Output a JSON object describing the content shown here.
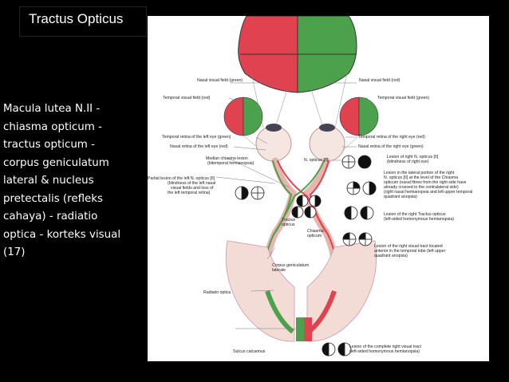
{
  "slide": {
    "title": "Tractus Opticus",
    "body": "Macula lutea  N.II -\nchiasma opticum -\ntractus opticum -\ncorpus geniculatum\nlateral & nucleus\npretectalis (refleks\ncahaya) - radiatio\noptica - korteks visual\n(17)"
  },
  "figure": {
    "colors": {
      "red": "#e0424f",
      "green": "#4ca24c",
      "pathway": "#e8b4ae",
      "brain": "#f3dcd6"
    },
    "labels": {
      "nasal_field_green": "Nasal visual field (green)",
      "nasal_field_red": "Nasal visual field (red)",
      "temporal_field_red": "Temporal visual field (red)",
      "temporal_field_green": "Temporal visual field (green)",
      "temporal_retina_left": "Temporal retina of the left eye (green)",
      "temporal_retina_right": "Temporal retina of the right eye (red)",
      "nasal_retina_left": "Nasal retina of the left eye (red)",
      "nasal_retina_right": "Nasal retina of the right eye (green)",
      "median_chiasma_1": "Median chiasma lesion",
      "median_chiasma_2": "(bitemporal hemianopsia)",
      "n_opticus": "N. opticus [II]",
      "lesion_right_n_1": "Lesion of right N. opticus [II]",
      "lesion_right_n_2": "(blindness of right eye)",
      "lesion_lateral_1": "Lesion in the lateral portion of the right",
      "lesion_lateral_2": "N. opticus [II] at the level of the Chiasma",
      "lesion_lateral_3": "opticum (nasal fibres from the right side have",
      "lesion_lateral_4": "already crossed to the contralateral side)",
      "lesion_lateral_5": "(right nasal hemianopsia and left upper temporal",
      "lesion_lateral_6": "quadrant anopsia)",
      "partial_lesion_1": "Partial lesion of the left N. opticus [II]",
      "partial_lesion_2": "(blindness of the left nasal",
      "partial_lesion_3": "visual fields and loss of",
      "partial_lesion_4": "the left temporal retina)",
      "tractus_1": "Tractus",
      "tractus_2": "opticus",
      "chiasma_1": "Chiasma",
      "chiasma_2": "opticum",
      "lesion_tractus_1": "Lesion of the right Tractus opticus",
      "lesion_tractus_2": "(left-sided homonymous hemianopsia)",
      "lesion_temporal_1": "Lesion of the right visual tract located",
      "lesion_temporal_2": "anterior in the temporal lobe (left upper",
      "lesion_temporal_3": "quadrant anopsia)",
      "cgl_1": "Corpus geniculatum",
      "cgl_2": "laterale",
      "radiatio": "Radiatio optica",
      "sulcus": "Sulcus calcarinus",
      "lesion_complete_1": "Lesion of the complete right visual tract",
      "lesion_complete_2": "(left-sided homonymous hemianopsia)"
    }
  }
}
